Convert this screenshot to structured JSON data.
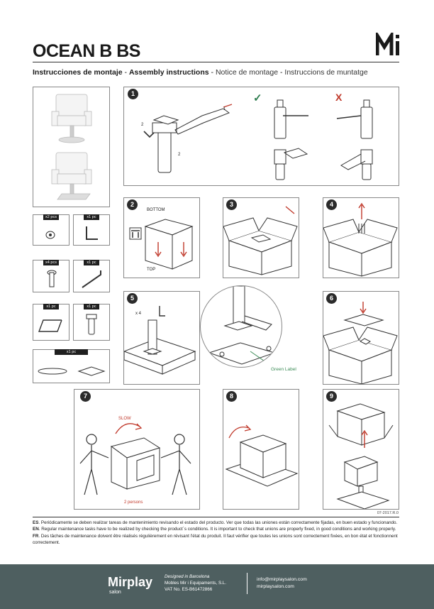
{
  "header": {
    "title": "OCEAN B BS",
    "logo": "Mi",
    "subtitle_es": "Instrucciones de montaje",
    "subtitle_en": "Assembly instructions",
    "subtitle_fr": "Notice de montage",
    "subtitle_ca": "Instruccions de muntatge",
    "sep": " - "
  },
  "parts": [
    {
      "qty": "x2 pcs",
      "icon": "screw-cap-icon"
    },
    {
      "qty": "x1 pc",
      "icon": "allen-key-icon"
    },
    {
      "qty": "x4 pcs",
      "icon": "bolt-icon"
    },
    {
      "qty": "x1 pc",
      "icon": "allen-key-long-icon"
    },
    {
      "qty": "x1 pc",
      "icon": "foot-rest-icon"
    },
    {
      "qty": "x1 pc",
      "icon": "hydraulic-pump-icon"
    },
    {
      "qty": "x1 pc",
      "icon": "base-plates-icon"
    }
  ],
  "steps": {
    "s1": {
      "num": "1",
      "lbl_1": "1",
      "lbl_2a": "2",
      "lbl_2b": "2",
      "check": "✓",
      "cross": "X"
    },
    "s2": {
      "num": "2",
      "bottom": "BOTTOM",
      "top": "TOP"
    },
    "s3": {
      "num": "3"
    },
    "s4": {
      "num": "4"
    },
    "s5": {
      "num": "5",
      "times": "x 4",
      "green_label": "Green Label"
    },
    "s6": {
      "num": "6"
    },
    "s7": {
      "num": "7",
      "slow": "SLOW",
      "persons": "2 persons"
    },
    "s8": {
      "num": "8"
    },
    "s9": {
      "num": "9"
    }
  },
  "version": "07-2017.R.0",
  "maintenance": {
    "es_code": "ES",
    "es": ". Periódicamente se deben realizar tareas de mantenimiento revisando el estado del producto. Ver que todas las uniones están correctamente fijadas, en buen estado y funcionando. ",
    "en_code": "EN",
    "en": ". Regular maintenance tasks have to be realized by checking the product´s conditions. It is important to check that unions are properly fixed, in good conditions and working properly. ",
    "fr_code": "FR",
    "fr": ". Des tâches de maintenance doivent être réalisés régulièrement en révisant l'état du produit. Il faut vérifier que toutes les unions sont correctement fixées, en bon état et fonctionnent correctement."
  },
  "footer": {
    "brand": "Mirplay",
    "brand_sub": "salon",
    "designed": "Designed in Barcelona",
    "company": "Mobles Mir i Equipaments, S.L.",
    "vat": "VAT No. ES-B61472866",
    "email": "info@mirplaysalon.com",
    "web": "mirplaysalon.com"
  },
  "colors": {
    "footer_bg": "#4e5f60",
    "check": "#2e7d4f",
    "cross": "#c0392b",
    "arrow": "#c0392b",
    "green_label": "#3c8c57"
  }
}
